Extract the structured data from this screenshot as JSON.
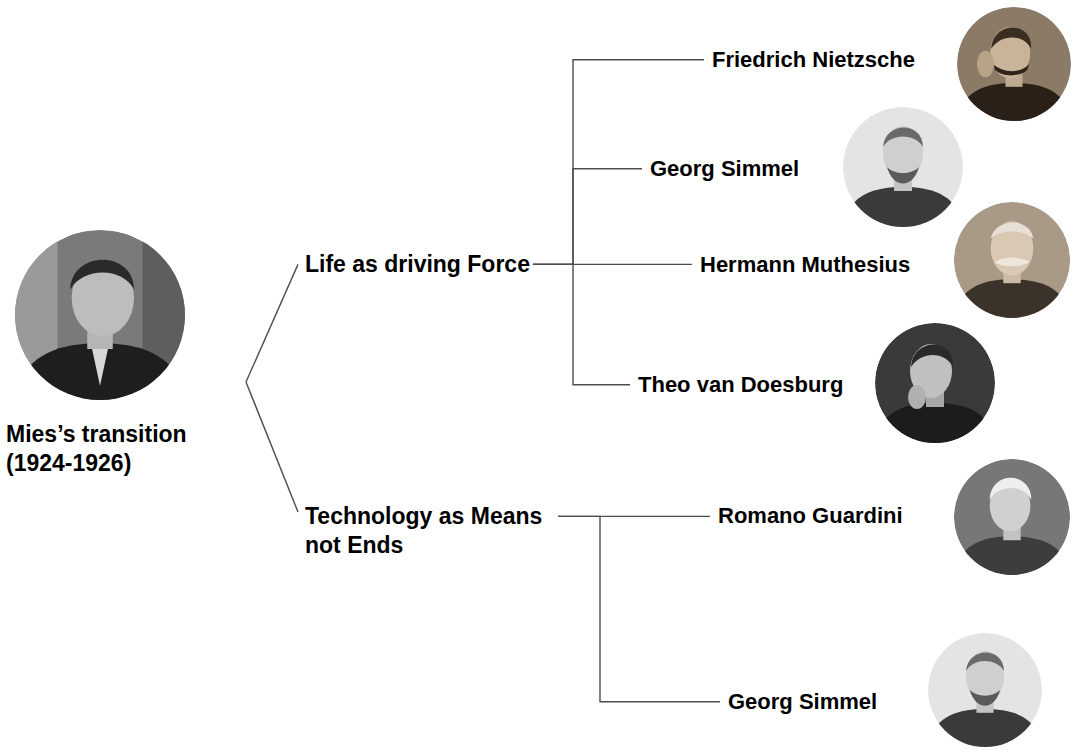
{
  "diagram": {
    "nodes": [
      {
        "text": [
          "Mies’s transition (1924-1926)"
        ]
      },
      {
        "text": [
          "Life as driving Force"
        ]
      },
      {
        "text": [
          "Friedrich Nietzsche"
        ]
      },
      {
        "text": [
          "Georg Simmel"
        ]
      },
      {
        "text": [
          "Hermann Muthesius"
        ]
      },
      {
        "text": [
          "Theo van Doesburg"
        ]
      },
      {
        "text": [
          "Technology as Means not Ends"
        ]
      },
      {
        "text": [
          "Romano Guardini"
        ]
      },
      {
        "text": [
          "Georg Simmel"
        ]
      }
    ],
    "edges": [
      {
        "from": 0,
        "to": 1,
        "arrow": "none"
      },
      {
        "from": 0,
        "to": 6,
        "arrow": "none"
      },
      {
        "from": 1,
        "to": 2,
        "arrow": "none"
      },
      {
        "from": 1,
        "to": 3,
        "arrow": "none"
      },
      {
        "from": 1,
        "to": 4,
        "arrow": "none"
      },
      {
        "from": 1,
        "to": 5,
        "arrow": "none"
      },
      {
        "from": 6,
        "to": 7,
        "arrow": "none"
      },
      {
        "from": 6,
        "to": 8,
        "arrow": "none"
      }
    ]
  }
}
